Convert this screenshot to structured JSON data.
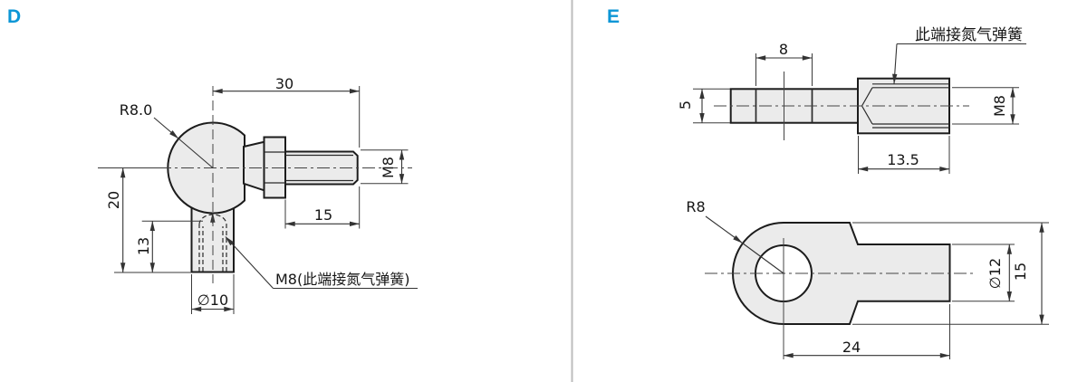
{
  "page": {
    "background": "#ffffff",
    "divider_color": "#bdbdbd",
    "accent_color": "#0c96d6"
  },
  "drawing_d": {
    "section_label": "D",
    "ball_radius": "R8.0",
    "overall_length": "30",
    "stud_thread": "M8",
    "stud_length": "15",
    "center_height": "20",
    "thread_depth": "13",
    "stem_diameter": "∅10",
    "callout": "M8(此端接氮气弹簧)"
  },
  "drawing_e": {
    "section_label": "E",
    "callout": "此端接氮气弹簧",
    "top_view": {
      "hole_width": "8",
      "rod_width": "5",
      "thread": "M8",
      "socket_length": "13.5"
    },
    "bottom_view": {
      "eye_radius": "R8",
      "shaft_diameter": "∅12",
      "eye_width": "15",
      "body_length": "24"
    }
  }
}
